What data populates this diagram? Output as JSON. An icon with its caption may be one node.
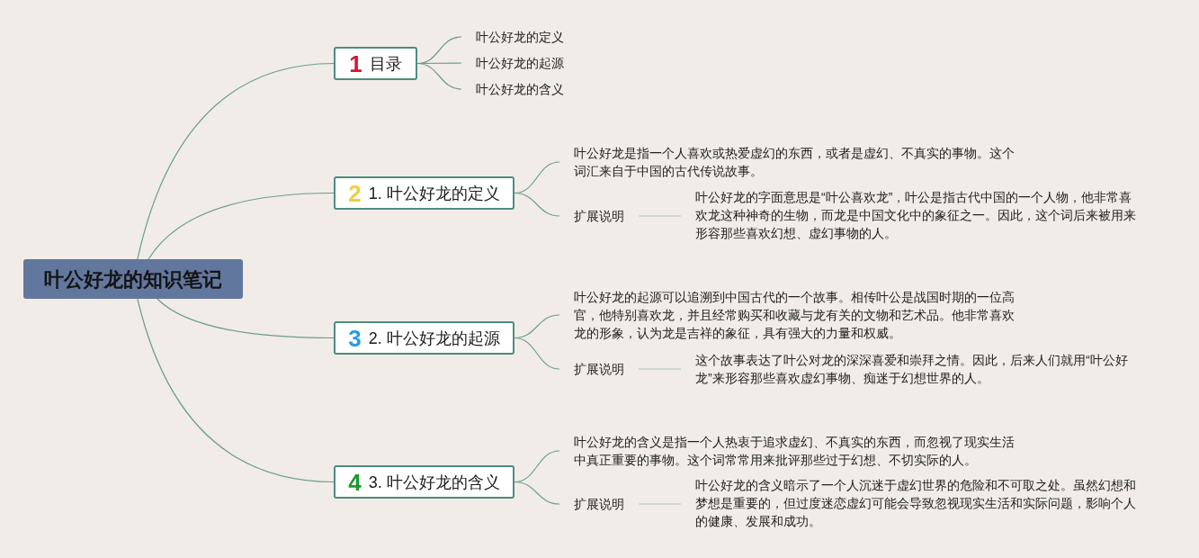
{
  "diagram": {
    "nodes": [
      {
        "text": [
          "叶公好龙的知识笔记"
        ]
      },
      {
        "text": [
          "1",
          "目录"
        ]
      },
      {
        "text": [
          "叶公好龙的定义"
        ]
      },
      {
        "text": [
          "叶公好龙的起源"
        ]
      },
      {
        "text": [
          "叶公好龙的含义"
        ]
      },
      {
        "text": [
          "2",
          "1. 叶公好龙的定义"
        ]
      },
      {
        "text": [
          "叶公好龙是指一个人喜欢或热爱虚幻的东西，或者是虚幻、不真实的事物。这个词汇来自于中国的古代传说故事。"
        ]
      },
      {
        "text": [
          "扩展说明"
        ]
      },
      {
        "text": [
          "叶公好龙的字面意思是“叶公喜欢龙”，叶公是指古代中国的一个人物，他非常喜欢龙这种神奇的生物，而龙是中国文化中的象征之一。因此，这个词后来被用来形容那些喜欢幻想、虚幻事物的人。"
        ]
      },
      {
        "text": [
          "3",
          "2. 叶公好龙的起源"
        ]
      },
      {
        "text": [
          "叶公好龙的起源可以追溯到中国古代的一个故事。相传叶公是战国时期的一位高官，他特别喜欢龙，并且经常购买和收藏与龙有关的文物和艺术品。他非常喜欢龙的形象，认为龙是吉祥的象征，具有强大的力量和权威。"
        ]
      },
      {
        "text": [
          "扩展说明"
        ]
      },
      {
        "text": [
          "这个故事表达了叶公对龙的深深喜爱和崇拜之情。因此，后来人们就用“叶公好龙”来形容那些喜欢虚幻事物、痴迷于幻想世界的人。"
        ]
      },
      {
        "text": [
          "4",
          "3. 叶公好龙的含义"
        ]
      },
      {
        "text": [
          "叶公好龙的含义是指一个人热衷于追求虚幻、不真实的东西，而忽视了现实生活中真正重要的事物。这个词常常用来批评那些过于幻想、不切实际的人。"
        ]
      },
      {
        "text": [
          "扩展说明"
        ]
      },
      {
        "text": [
          "叶公好龙的含义暗示了一个人沉迷于虚幻世界的危险和不可取之处。虽然幻想和梦想是重要的，但过度迷恋虚幻可能会导致忽视现实生活和实际问题，影响个人的健康、发展和成功。"
        ]
      }
    ],
    "edges": [
      {
        "from": 0,
        "to": 1,
        "arrow": "none"
      },
      {
        "from": 1,
        "to": 2,
        "arrow": "none"
      },
      {
        "from": 1,
        "to": 3,
        "arrow": "none"
      },
      {
        "from": 1,
        "to": 4,
        "arrow": "none"
      },
      {
        "from": 0,
        "to": 5,
        "arrow": "none"
      },
      {
        "from": 5,
        "to": 6,
        "arrow": "none"
      },
      {
        "from": 5,
        "to": 7,
        "arrow": "none"
      },
      {
        "from": 7,
        "to": 8,
        "arrow": "none",
        "color": "#a9c6ba"
      },
      {
        "from": 0,
        "to": 9,
        "arrow": "none"
      },
      {
        "from": 9,
        "to": 10,
        "arrow": "none"
      },
      {
        "from": 9,
        "to": 11,
        "arrow": "none"
      },
      {
        "from": 11,
        "to": 12,
        "arrow": "none",
        "color": "#a9c6ba"
      },
      {
        "from": 0,
        "to": 13,
        "arrow": "none"
      },
      {
        "from": 13,
        "to": 14,
        "arrow": "none"
      },
      {
        "from": 13,
        "to": 15,
        "arrow": "none"
      },
      {
        "from": 15,
        "to": 16,
        "arrow": "none",
        "color": "#a9c6ba"
      }
    ]
  }
}
